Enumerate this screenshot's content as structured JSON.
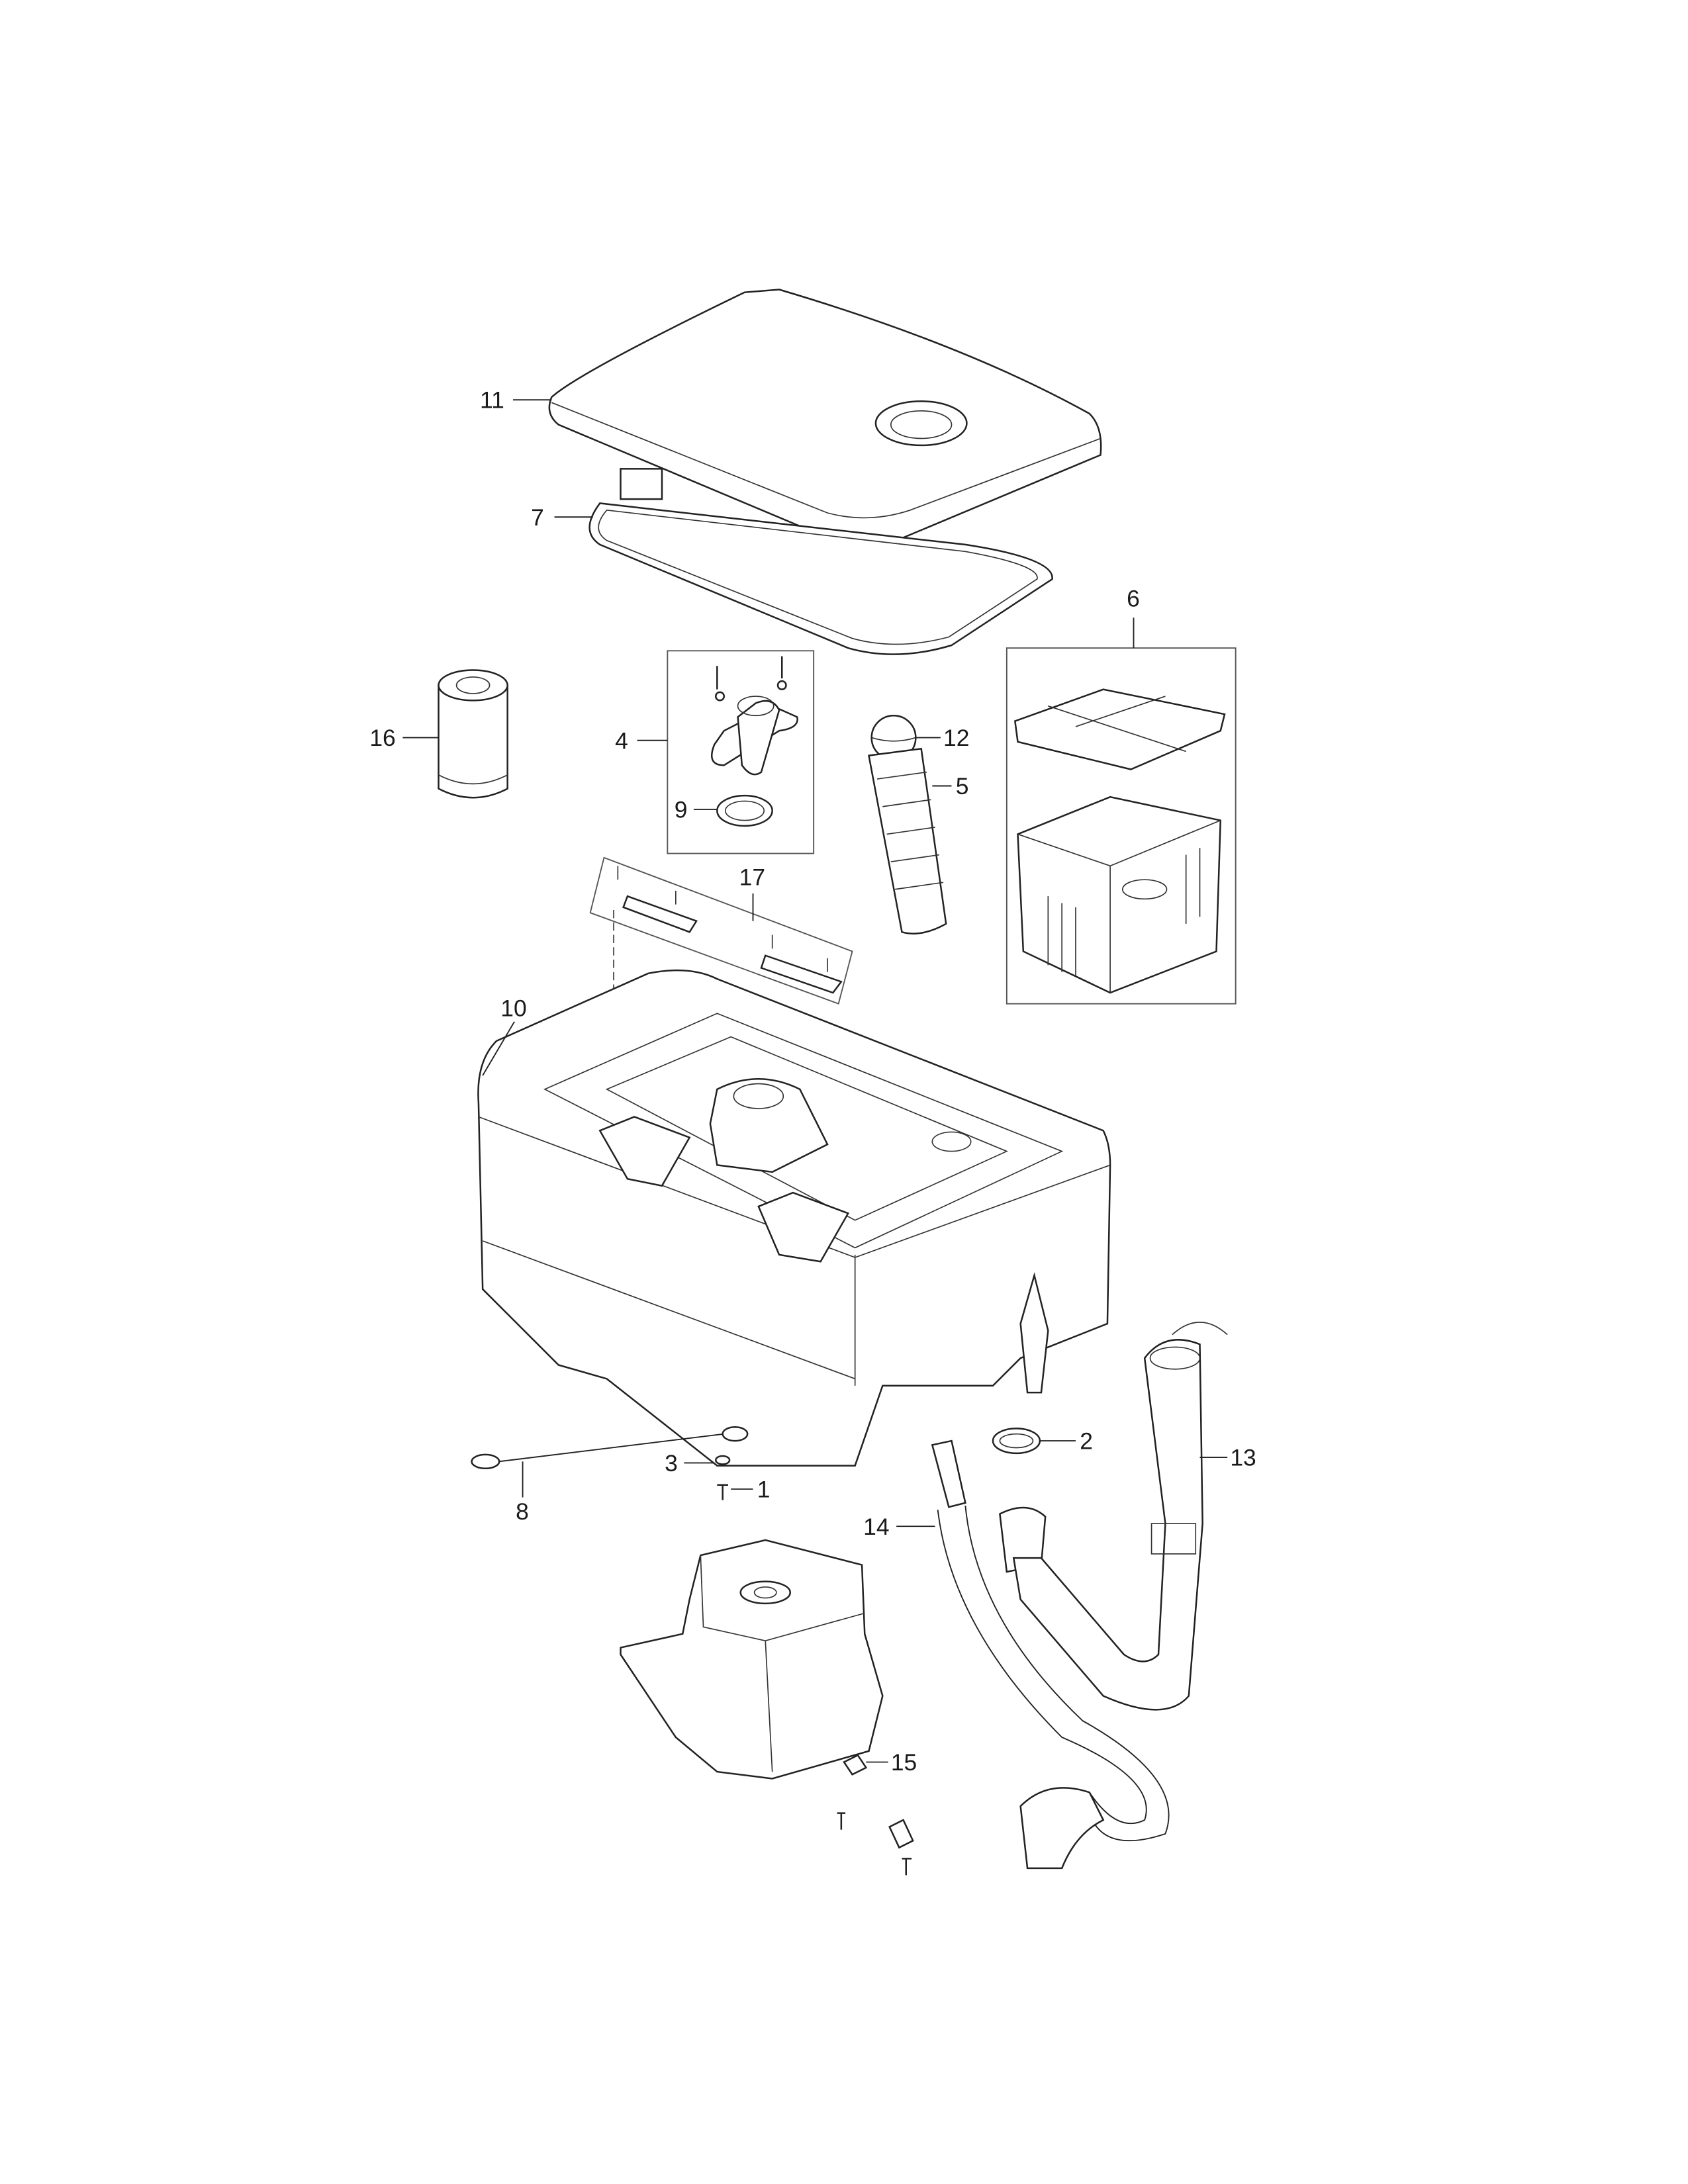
{
  "diagram": {
    "type": "exploded-parts-view",
    "callouts": {
      "c1": "1",
      "c2": "2",
      "c3": "3",
      "c4": "4",
      "c5": "5",
      "c6": "6",
      "c7": "7",
      "c8": "8",
      "c9": "9",
      "c10": "10",
      "c11": "11",
      "c12": "12",
      "c13": "13",
      "c14": "14",
      "c15": "15",
      "c16": "16",
      "c17": "17"
    }
  }
}
